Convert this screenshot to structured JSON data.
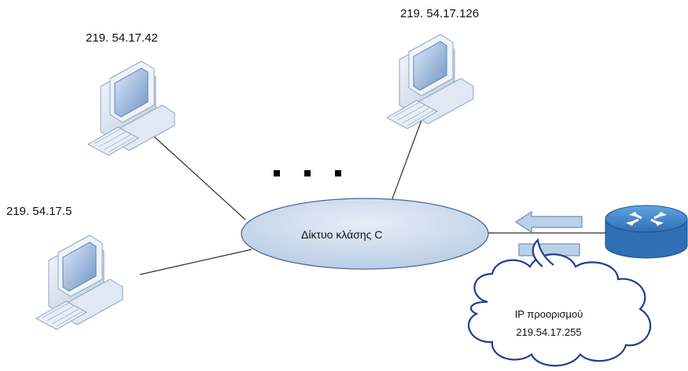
{
  "network": {
    "label": "Δίκτυο κλάσης C"
  },
  "hosts": [
    {
      "id": "host-a",
      "ip": "219. 54.17.42"
    },
    {
      "id": "host-b",
      "ip": "219. 54.17.126"
    },
    {
      "id": "host-c",
      "ip": "219. 54.17.5"
    }
  ],
  "ellipsis": "...",
  "cloud": {
    "line1": "IP προορισμού",
    "line2": "219.54.17.255"
  },
  "colors": {
    "network_fill": "#c6d6ea",
    "network_stroke": "#4e6a94",
    "arrow_fill": "#bcd0e8",
    "arrow_stroke": "#6f8fb8",
    "router_fill": "#3d7fc4",
    "cloud_stroke": "#1f3f8f",
    "link_color": "#2f2f2f"
  },
  "icons": {
    "host": "desktop-computer-icon",
    "router": "router-icon"
  }
}
